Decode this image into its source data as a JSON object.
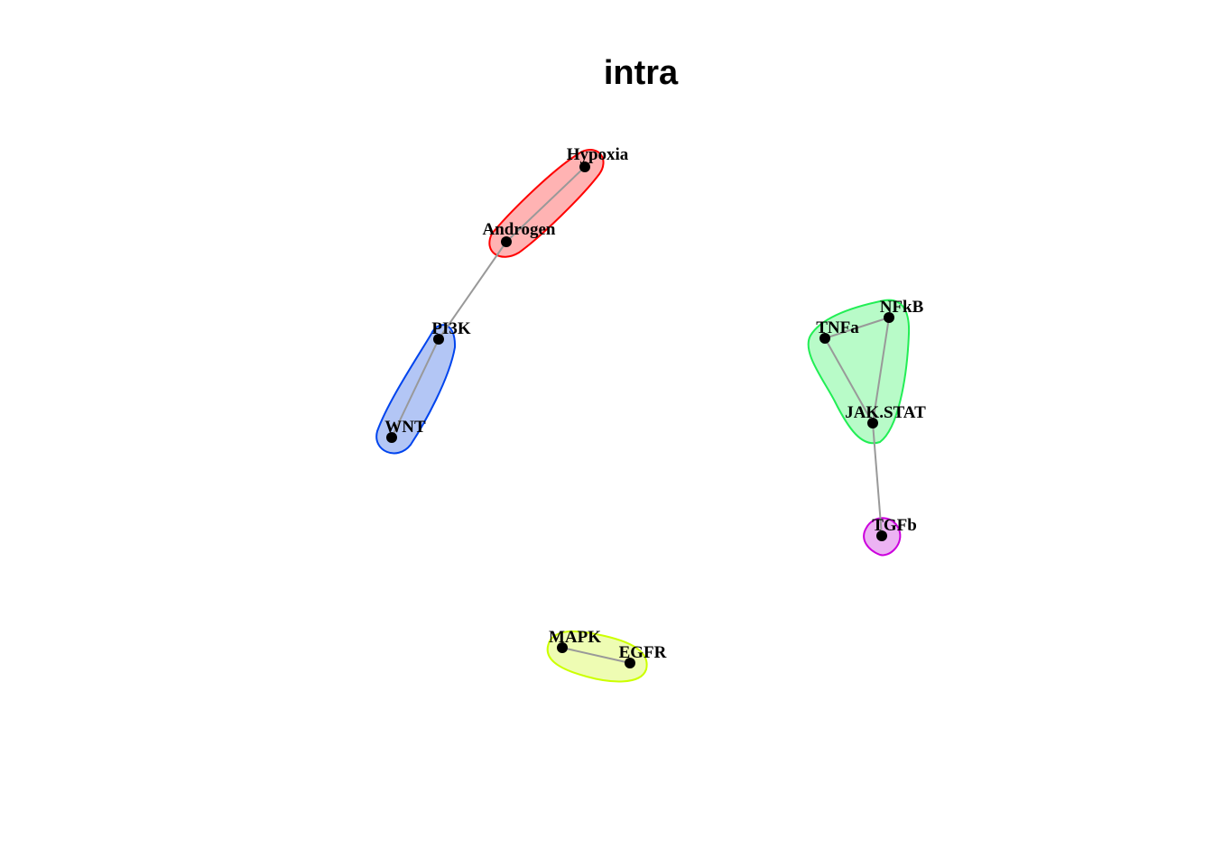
{
  "title": "intra",
  "groups": [
    {
      "id": "red",
      "fill": "#ffb3b3",
      "stroke": "#ff0000",
      "members": [
        "Hypoxia",
        "Androgen"
      ]
    },
    {
      "id": "blue",
      "fill": "#b3c6f5",
      "stroke": "#0044ee",
      "members": [
        "PI3K",
        "WNT"
      ]
    },
    {
      "id": "green",
      "fill": "#b8fbc8",
      "stroke": "#22ee55",
      "members": [
        "NFkB",
        "TNFa",
        "JAK.STAT"
      ]
    },
    {
      "id": "magenta",
      "fill": "#ecb3f3",
      "stroke": "#cc00dd",
      "members": [
        "TGFb"
      ]
    },
    {
      "id": "yellow",
      "fill": "#eefcb3",
      "stroke": "#ccff00",
      "members": [
        "MAPK",
        "EGFR"
      ]
    }
  ],
  "nodes": [
    {
      "id": "Hypoxia",
      "label": "Hypoxia"
    },
    {
      "id": "Androgen",
      "label": "Androgen"
    },
    {
      "id": "PI3K",
      "label": "PI3K"
    },
    {
      "id": "WNT",
      "label": "WNT"
    },
    {
      "id": "NFkB",
      "label": "NFkB"
    },
    {
      "id": "TNFa",
      "label": "TNFa"
    },
    {
      "id": "JAK.STAT",
      "label": "JAK.STAT"
    },
    {
      "id": "TGFb",
      "label": "TGFb"
    },
    {
      "id": "MAPK",
      "label": "MAPK"
    },
    {
      "id": "EGFR",
      "label": "EGFR"
    }
  ],
  "edges": [
    [
      "Hypoxia",
      "Androgen"
    ],
    [
      "Androgen",
      "PI3K"
    ],
    [
      "PI3K",
      "WNT"
    ],
    [
      "TNFa",
      "NFkB"
    ],
    [
      "TNFa",
      "JAK.STAT"
    ],
    [
      "NFkB",
      "JAK.STAT"
    ],
    [
      "JAK.STAT",
      "TGFb"
    ],
    [
      "MAPK",
      "EGFR"
    ]
  ]
}
